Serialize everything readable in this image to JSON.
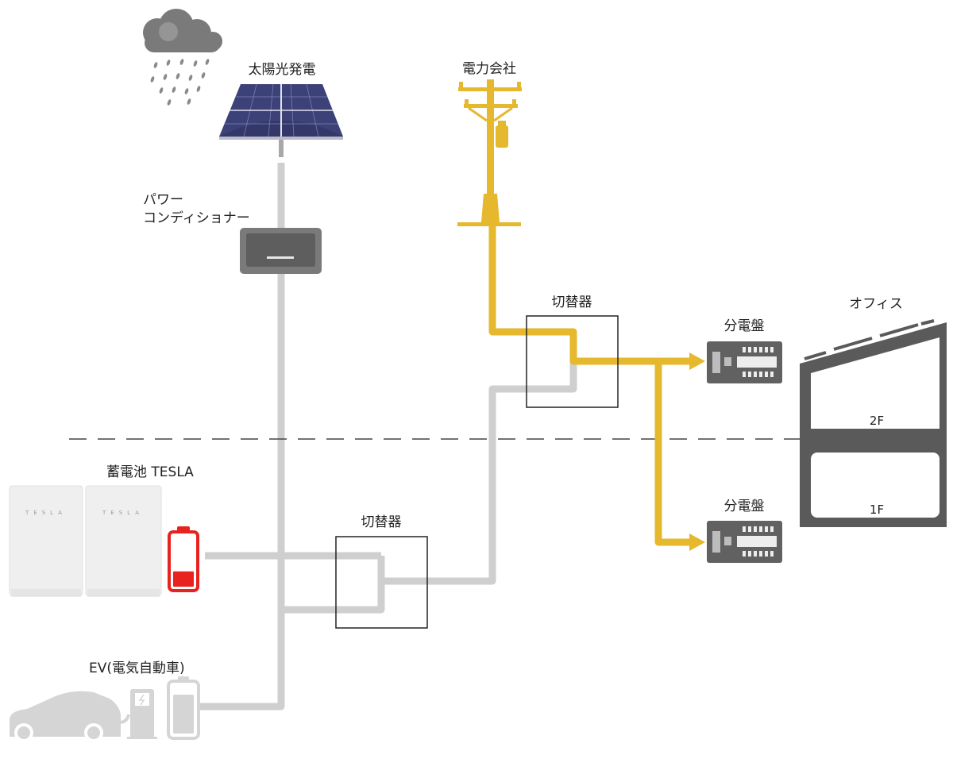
{
  "labels": {
    "solar": "太陽光発電",
    "utility": "電力会社",
    "pcs_line1": "パワー",
    "pcs_line2": "コンディショナー",
    "switch_upper": "切替器",
    "switch_lower": "切替器",
    "panel_upper": "分電盤",
    "panel_lower": "分電盤",
    "office": "オフィス",
    "floor_2": "2F",
    "floor_1": "1F",
    "battery": "蓄電池 TESLA",
    "tesla_brand_1": "TESLA",
    "tesla_brand_2": "TESLA",
    "ev": "EV(電気自動車)"
  },
  "colors": {
    "grid_power": "#E6B82E",
    "inactive_line": "#CFCFCF",
    "low_battery": "#E8231F",
    "building": "#5A5A5A",
    "panel_body": "#616161",
    "solar_panel": "#3C4178",
    "cloud": "#6F6F6F",
    "ev_gray": "#D5D5D5"
  },
  "icons": {
    "weather": "rain-cloud-icon",
    "solar": "solar-panel-icon",
    "utility": "utility-pole-icon",
    "pcs": "inverter-icon",
    "panel": "distribution-board-icon",
    "office": "office-building-icon",
    "battery": "tesla-powerwall-icon",
    "battery_level": "low-battery-icon",
    "ev": "car-icon",
    "charger": "ev-charger-icon",
    "ev_battery": "ev-battery-icon"
  },
  "battery_level_fraction": 0.3
}
